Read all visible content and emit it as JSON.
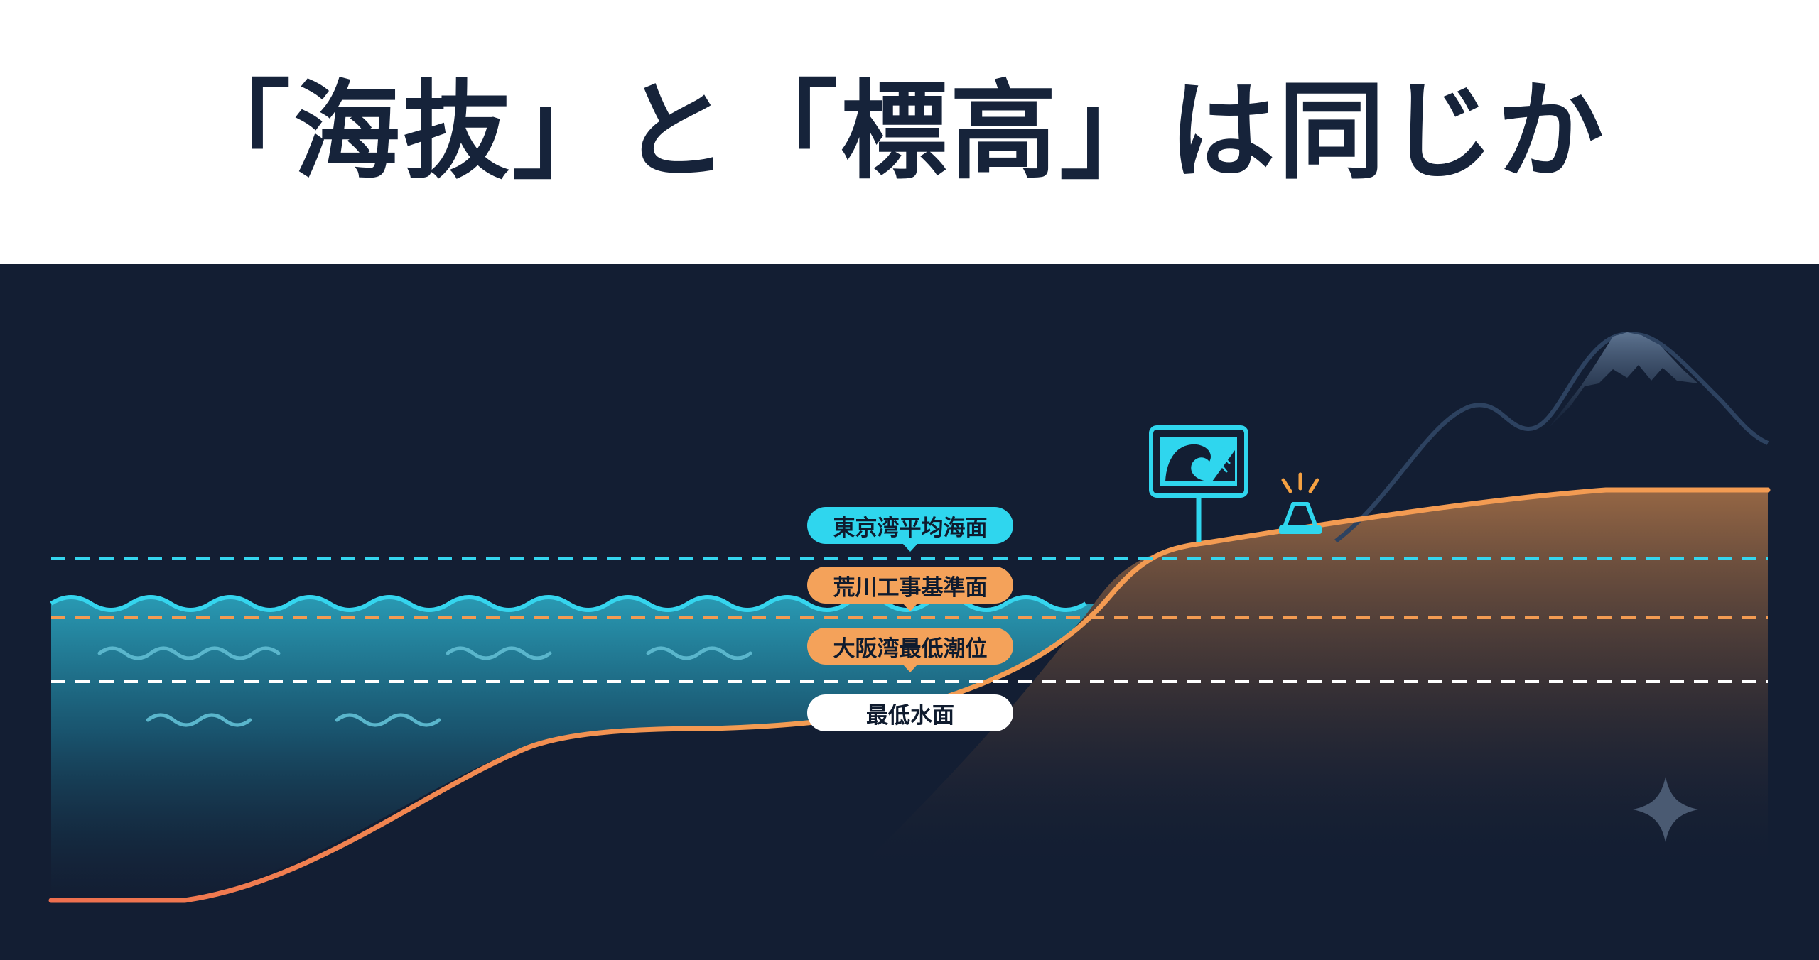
{
  "title": "「海抜」と「標高」は同じか",
  "datum_labels": [
    {
      "text": "東京湾平均海面",
      "color": "#2fd6ee"
    },
    {
      "text": "荒川工事基準面",
      "color": "#f4a25a"
    },
    {
      "text": "大阪湾最低潮位",
      "color": "#f4a25a"
    },
    {
      "text": "最低水面",
      "color": "#ffffff"
    }
  ],
  "icons": {
    "sign": "tsunami-evacuation-sign-icon",
    "beacon": "warning-beacon-icon",
    "mountain": "mountain-icon",
    "sparkle": "sparkle-icon"
  },
  "colors": {
    "background": "#131e33",
    "sea_line": "#35d5ee",
    "land_line": "#f39b52",
    "terrain_line_start": "#ef6f4f"
  }
}
